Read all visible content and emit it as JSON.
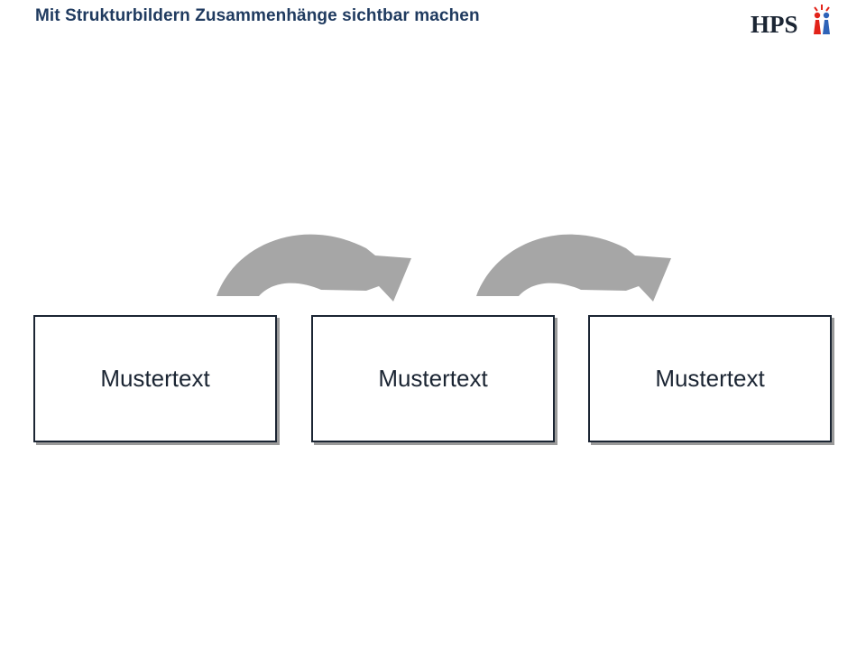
{
  "header": {
    "title": "Mit Strukturbildern Zusammenhänge sichtbar machen",
    "logo_text": "HPS",
    "logo_icon": "people-icon"
  },
  "diagram": {
    "boxes": [
      {
        "label": "Mustertext"
      },
      {
        "label": "Mustertext"
      },
      {
        "label": "Mustertext"
      }
    ],
    "connectors": [
      {
        "from": 0,
        "to": 1,
        "icon": "curved-arrow-icon"
      },
      {
        "from": 1,
        "to": 2,
        "icon": "curved-arrow-icon"
      }
    ],
    "colors": {
      "title": "#1f3a5f",
      "arrow": "#a6a6a6",
      "box_border": "#1b2533",
      "box_shadow": "#9a9a9a",
      "logo_text": "#1b2533",
      "logo_red": "#e2231a",
      "logo_blue": "#2e63b8"
    }
  }
}
